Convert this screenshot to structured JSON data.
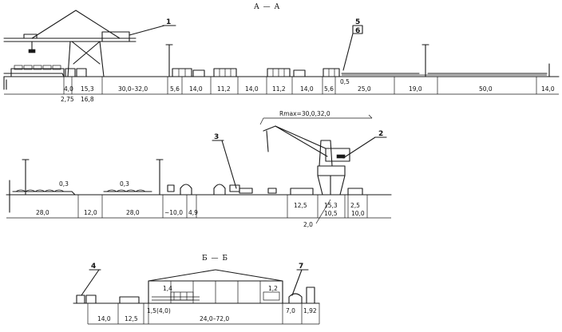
{
  "section_titles": {
    "aa": "А — А",
    "bb": "Б — Б"
  },
  "callouts": {
    "c1": "1",
    "c2": "2",
    "c3": "3",
    "c4": "4",
    "c5": "5",
    "c6": "6",
    "c7": "7"
  },
  "crane_radius": "Rmax=30,0,32,0",
  "row1": {
    "dims": [
      "4,0",
      "15,3",
      "30,0–32,0",
      "5,6",
      "14,0",
      "11,2",
      "14,0",
      "11,2",
      "14,0",
      "5,6",
      "25,0",
      "19,0",
      "50,0",
      "14,0"
    ],
    "sub": [
      "2,75",
      "16,8"
    ],
    "extra": "0,5"
  },
  "row2": {
    "dims": [
      "28,0",
      "12,0",
      "28,0",
      "~10,0",
      "4,9",
      "12,5",
      "15,3",
      "2,5",
      "10,0"
    ],
    "sub": [
      "10,5",
      "2,0"
    ],
    "marks": [
      "0,3",
      "0,3"
    ]
  },
  "row3": {
    "dims": [
      "14,0",
      "12,5",
      "1,5",
      "(4,0)",
      "24,0–72,0",
      "7,0",
      "1,92"
    ],
    "marks": [
      "1,4",
      "1,2"
    ]
  }
}
